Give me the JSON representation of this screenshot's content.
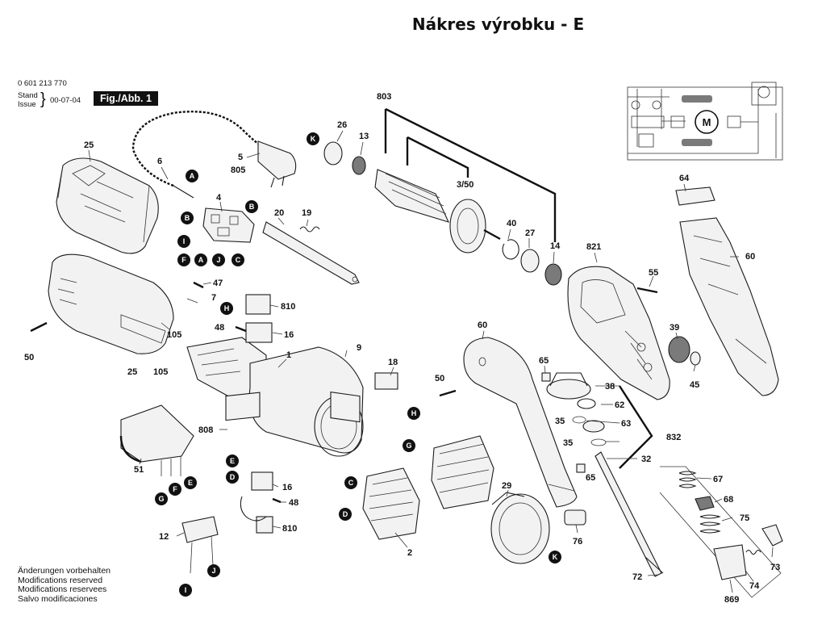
{
  "header": {
    "title": "Nákres výrobku - E"
  },
  "meta": {
    "part_number": "0 601 213 770",
    "stand_label": "Stand",
    "issue_label": "Issue",
    "date": "00-07-04",
    "figure_label": "Fig./Abb. 1"
  },
  "disclaimer": [
    "Änderungen vorbehalten",
    "Modifications reserved",
    "Modifications reservees",
    "Salvo modificaciones"
  ],
  "diagram": {
    "parts": [
      {
        "id": "p25a",
        "label": "25"
      },
      {
        "id": "p6",
        "label": "6"
      },
      {
        "id": "p5",
        "label": "5"
      },
      {
        "id": "p805",
        "label": "805"
      },
      {
        "id": "p4",
        "label": "4"
      },
      {
        "id": "p20",
        "label": "20"
      },
      {
        "id": "p19",
        "label": "19"
      },
      {
        "id": "p26",
        "label": "26"
      },
      {
        "id": "p13",
        "label": "13"
      },
      {
        "id": "p803",
        "label": "803"
      },
      {
        "id": "p350",
        "label": "3/50"
      },
      {
        "id": "p40",
        "label": "40"
      },
      {
        "id": "p27",
        "label": "27"
      },
      {
        "id": "p14",
        "label": "14"
      },
      {
        "id": "p821",
        "label": "821"
      },
      {
        "id": "p55",
        "label": "55"
      },
      {
        "id": "p64",
        "label": "64"
      },
      {
        "id": "p60a",
        "label": "60"
      },
      {
        "id": "p47",
        "label": "47"
      },
      {
        "id": "p7",
        "label": "7"
      },
      {
        "id": "p810a",
        "label": "810"
      },
      {
        "id": "p48a",
        "label": "48"
      },
      {
        "id": "p16a",
        "label": "16"
      },
      {
        "id": "p105a",
        "label": "105"
      },
      {
        "id": "p50a",
        "label": "50"
      },
      {
        "id": "p25b",
        "label": "25"
      },
      {
        "id": "p105b",
        "label": "105"
      },
      {
        "id": "p1",
        "label": "1"
      },
      {
        "id": "p9",
        "label": "9"
      },
      {
        "id": "p18",
        "label": "18"
      },
      {
        "id": "p60b",
        "label": "60"
      },
      {
        "id": "p65a",
        "label": "65"
      },
      {
        "id": "p50b",
        "label": "50"
      },
      {
        "id": "p39",
        "label": "39"
      },
      {
        "id": "p45",
        "label": "45"
      },
      {
        "id": "p38",
        "label": "38"
      },
      {
        "id": "p62",
        "label": "62"
      },
      {
        "id": "p35a",
        "label": "35"
      },
      {
        "id": "p63",
        "label": "63"
      },
      {
        "id": "p832",
        "label": "832"
      },
      {
        "id": "p35b",
        "label": "35"
      },
      {
        "id": "p32",
        "label": "32"
      },
      {
        "id": "p65b",
        "label": "65"
      },
      {
        "id": "p808",
        "label": "808"
      },
      {
        "id": "p51",
        "label": "51"
      },
      {
        "id": "p16b",
        "label": "16"
      },
      {
        "id": "p48b",
        "label": "48"
      },
      {
        "id": "p810b",
        "label": "810"
      },
      {
        "id": "p29",
        "label": "29"
      },
      {
        "id": "p67",
        "label": "67"
      },
      {
        "id": "p68",
        "label": "68"
      },
      {
        "id": "p75",
        "label": "75"
      },
      {
        "id": "p76",
        "label": "76"
      },
      {
        "id": "p12",
        "label": "12"
      },
      {
        "id": "p2",
        "label": "2"
      },
      {
        "id": "p73",
        "label": "73"
      },
      {
        "id": "p74",
        "label": "74"
      },
      {
        "id": "p72",
        "label": "72"
      },
      {
        "id": "p869",
        "label": "869"
      }
    ],
    "markers": [
      {
        "id": "mA1",
        "label": "A"
      },
      {
        "id": "mB1",
        "label": "B"
      },
      {
        "id": "mB2",
        "label": "B"
      },
      {
        "id": "mI1",
        "label": "I"
      },
      {
        "id": "mF1",
        "label": "F"
      },
      {
        "id": "mA2",
        "label": "A"
      },
      {
        "id": "mJ1",
        "label": "J"
      },
      {
        "id": "mC1",
        "label": "C"
      },
      {
        "id": "mK1",
        "label": "K"
      },
      {
        "id": "mH1",
        "label": "H"
      },
      {
        "id": "mH2",
        "label": "H"
      },
      {
        "id": "mG1",
        "label": "G"
      },
      {
        "id": "mE1",
        "label": "E"
      },
      {
        "id": "mD1",
        "label": "D"
      },
      {
        "id": "mC2",
        "label": "C"
      },
      {
        "id": "mD2",
        "label": "D"
      },
      {
        "id": "mG2",
        "label": "G"
      },
      {
        "id": "mF2",
        "label": "F"
      },
      {
        "id": "mE2",
        "label": "E"
      },
      {
        "id": "mK2",
        "label": "K"
      },
      {
        "id": "mI2",
        "label": "I"
      },
      {
        "id": "mJ2",
        "label": "J"
      }
    ],
    "schematic": {
      "motor_label": "M"
    }
  }
}
